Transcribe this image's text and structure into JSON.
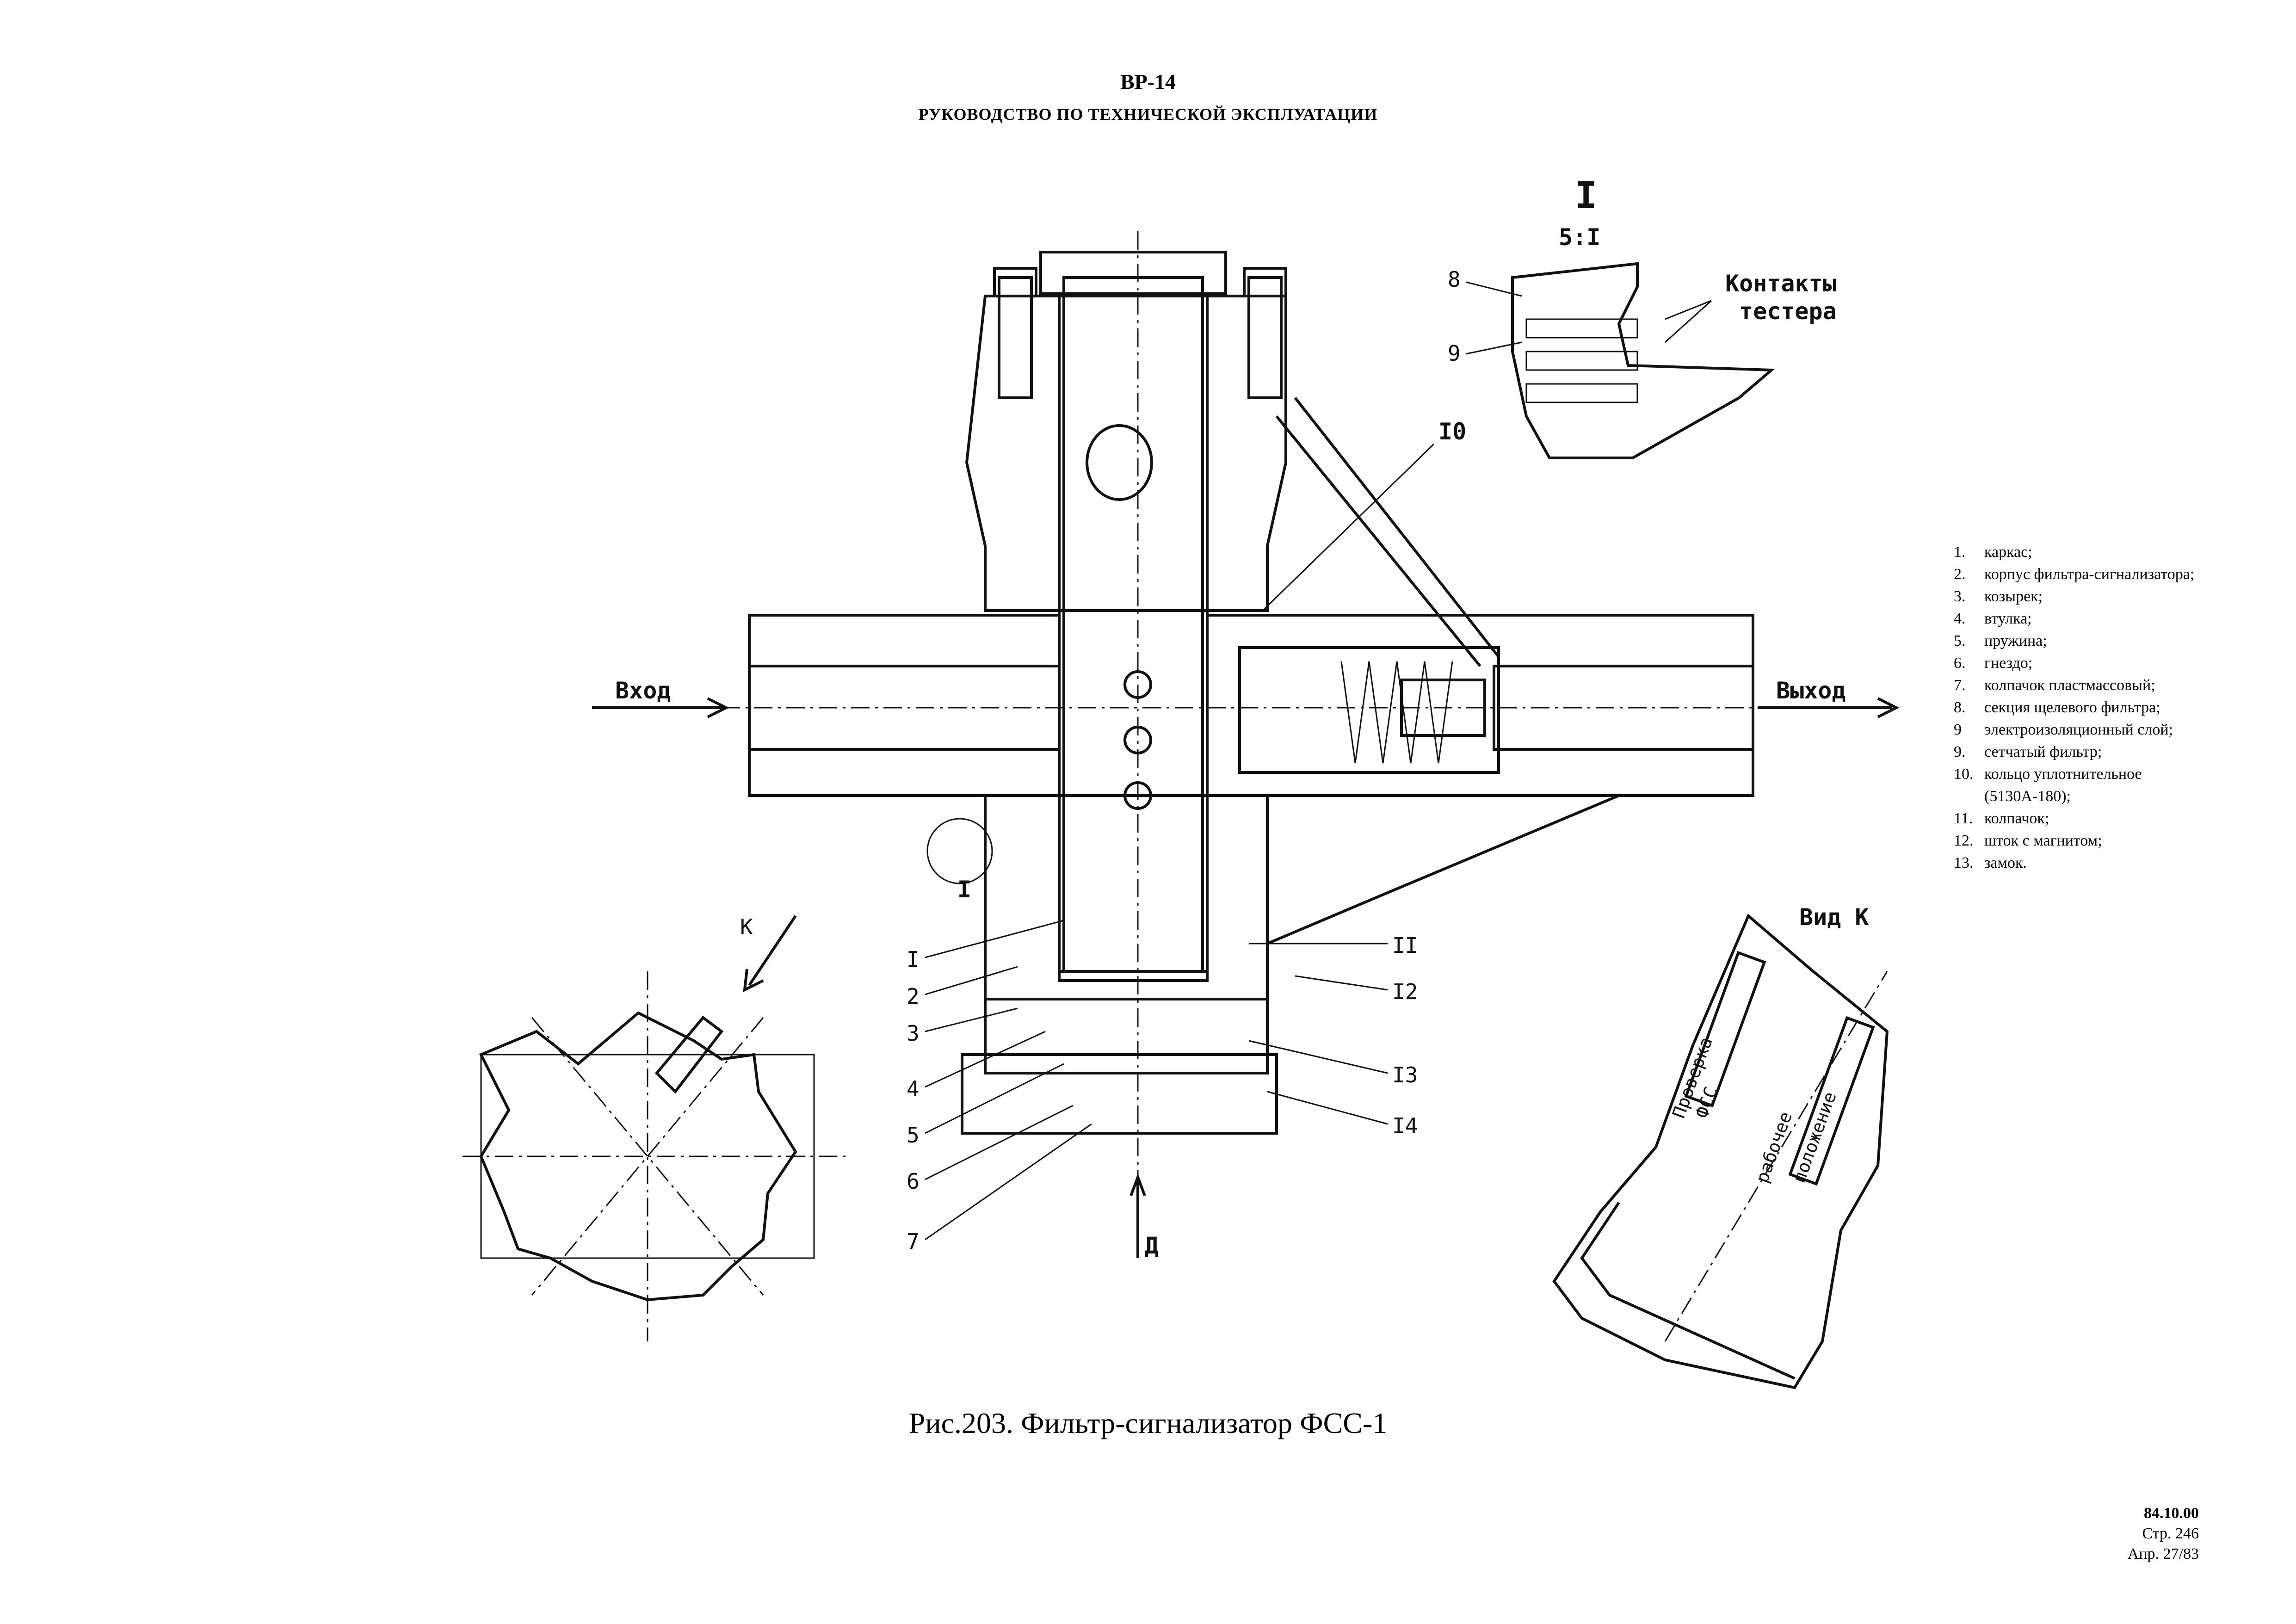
{
  "header": {
    "code": "ВР-14",
    "subtitle": "РУКОВОДСТВО ПО ТЕХНИЧЕСКОЙ ЭКСПЛУАТАЦИИ"
  },
  "drawing": {
    "detail_label": "I",
    "detail_scale": "5:I",
    "detail_ref_8": "8",
    "detail_ref_9": "9",
    "contacts_label_1": "Контакты",
    "contacts_label_2": "тестера",
    "inlet_label": "Вход",
    "outlet_label": "Выход",
    "view_arrow_k": "К",
    "view_k_label": "Вид К",
    "view_arrow_d": "Д",
    "section_mark": "I",
    "callout_10": "I0",
    "callouts_left": [
      "I",
      "2",
      "3",
      "4",
      "5",
      "6",
      "7"
    ],
    "callouts_right": [
      "II",
      "I2",
      "I3",
      "I4"
    ],
    "view_k_text_1": "Проверка",
    "view_k_text_2": "ФСС",
    "view_k_text_3": "рабочее",
    "view_k_text_4": "положение"
  },
  "legend": [
    {
      "num": "1.",
      "text": "каркас;"
    },
    {
      "num": "2.",
      "text": "корпус фильтра-сигнализатора;"
    },
    {
      "num": "3.",
      "text": "козырек;"
    },
    {
      "num": "4.",
      "text": "втулка;"
    },
    {
      "num": "5.",
      "text": "пружина;"
    },
    {
      "num": "6.",
      "text": "гнездо;"
    },
    {
      "num": "7.",
      "text": "колпачок пластмассовый;"
    },
    {
      "num": "8.",
      "text": "секция щелевого фильтра;"
    },
    {
      "num": "9",
      "text": "электроизоляционный слой;"
    },
    {
      "num": "9.",
      "text": "сетчатый фильтр;"
    },
    {
      "num": "10.",
      "text": "кольцо уплотнительное (5130А-180);"
    },
    {
      "num": "11.",
      "text": "колпачок;"
    },
    {
      "num": "12.",
      "text": "шток с магнитом;"
    },
    {
      "num": "13.",
      "text": "замок."
    }
  ],
  "caption": "Рис.203. Фильтр-сигнализатор ФСС-1",
  "footer": {
    "code": "84.10.00",
    "page": "Стр. 246",
    "revision": "Апр. 27/83"
  }
}
